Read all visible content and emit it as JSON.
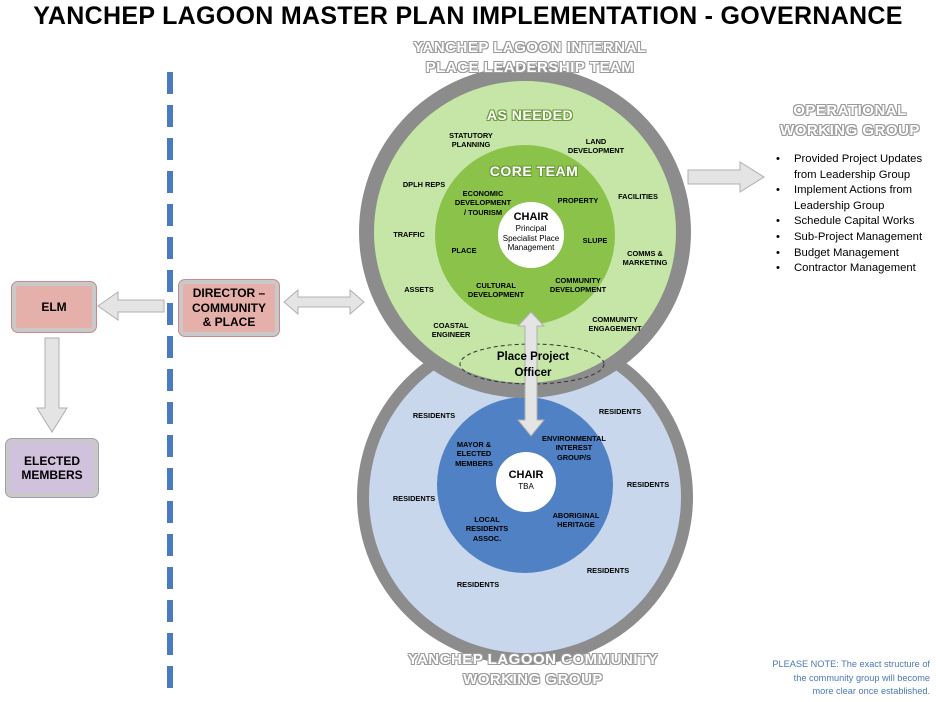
{
  "title": "YANCHEP LAGOON MASTER PLAN IMPLEMENTATION - GOVERNANCE",
  "leadership": {
    "heading_line1": "YANCHEP LAGOON INTERNAL",
    "heading_line2": "PLACE LEADERSHIP TEAM",
    "as_needed": "AS NEEDED",
    "core_team": "CORE TEAM",
    "chair_title": "CHAIR",
    "chair_line1": "Principal",
    "chair_line2": "Specialist Place",
    "chair_line3": "Management",
    "outer_items": {
      "statutory_1": "STATUTORY",
      "statutory_2": "PLANNING",
      "land_1": "LAND",
      "land_2": "DEVELOPMENT",
      "dplh": "DPLH REPS",
      "facilities": "FACILITIES",
      "traffic": "TRAFFIC",
      "comms_1": "COMMS &",
      "comms_2": "MARKETING",
      "assets": "ASSETS",
      "comm_eng_1": "COMMUNITY",
      "comm_eng_2": "ENGAGEMENT",
      "coastal_1": "COASTAL",
      "coastal_2": "ENGINEER"
    },
    "core_items": {
      "econ_1": "ECONOMIC",
      "econ_2": "DEVELOPMENT",
      "econ_3": "/ TOURISM",
      "property": "PROPERTY",
      "slupe": "SLUPE",
      "place": "PLACE",
      "cultural_1": "CULTURAL",
      "cultural_2": "DEVELOPMENT",
      "community_1": "COMMUNITY",
      "community_2": "DEVELOPMENT"
    }
  },
  "place_officer_1": "Place Project",
  "place_officer_2": "Officer",
  "community": {
    "heading_line1": "YANCHEP LAGOON COMMUNITY",
    "heading_line2": "WORKING GROUP",
    "residents": "RESIDENTS",
    "chair_title": "CHAIR",
    "chair_sub": "TBA",
    "mayor_1": "MAYOR &",
    "mayor_2": "ELECTED",
    "mayor_3": "MEMBERS",
    "env_1": "ENVIRONMENTAL",
    "env_2": "INTEREST",
    "env_3": "GROUP/S",
    "local_1": "LOCAL",
    "local_2": "RESIDENTS",
    "local_3": "ASSOC.",
    "aboriginal_1": "ABORIGINAL",
    "aboriginal_2": "HERITAGE"
  },
  "boxes": {
    "elm": "ELM",
    "director_1": "DIRECTOR –",
    "director_2": "COMMUNITY",
    "director_3": "& PLACE",
    "elected_1": "ELECTED",
    "elected_2": "MEMBERS"
  },
  "operational": {
    "heading_line1": "OPERATIONAL",
    "heading_line2": "WORKING GROUP",
    "items": [
      "Provided Project Updates from Leadership Group",
      "Implement Actions from Leadership Group",
      "Schedule Capital Works",
      "Sub-Project Management",
      "Budget Management",
      "Contractor Management"
    ]
  },
  "note": {
    "line1": "PLEASE NOTE: The exact structure  of",
    "line2": "the community group will  become",
    "line3": "more clear once established."
  },
  "colors": {
    "grey_ring": "#8c8c8c",
    "light_green": "#c5e6a6",
    "mid_green": "#8bc34a",
    "light_blue": "#c8d7ec",
    "mid_blue": "#4f81c4",
    "pink_box": "#e6b0aa",
    "purple_box": "#d0c2dc",
    "note_blue": "#4a78b8"
  }
}
